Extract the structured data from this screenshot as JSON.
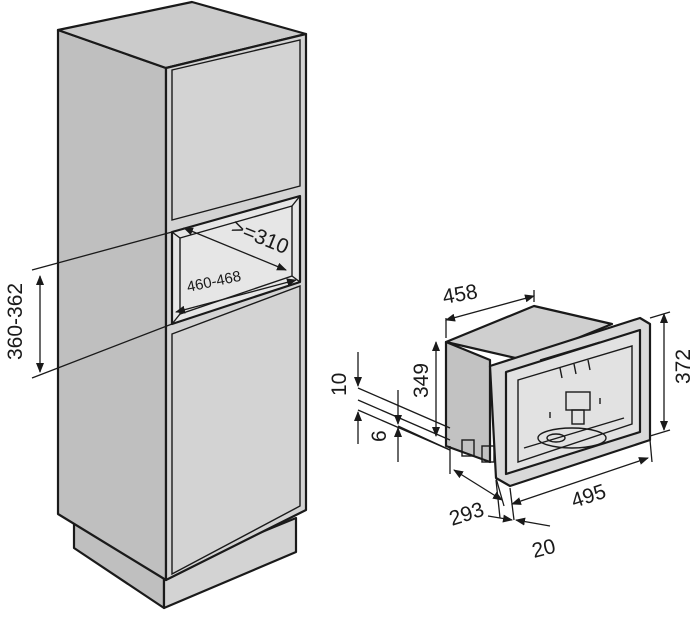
{
  "colors": {
    "cabinet_front": "#d3d3d3",
    "cabinet_side": "#bfbfbf",
    "cabinet_top": "#cbcbcb",
    "niche_interior": "#e4e4e4",
    "appliance_front": "#d9d9d9",
    "appliance_dark": "#8c8c8c",
    "line": "#1a1a1a"
  },
  "dimensions": {
    "niche_depth": ">=310",
    "niche_width": "460-468",
    "niche_height": "360-362",
    "appliance_width_top": "458",
    "appliance_body_height": "349",
    "appliance_front_height": "372",
    "appliance_depth": "495",
    "appliance_body_depth": "293",
    "front_overhang": "20",
    "gap_top": "10",
    "gap_bottom": "6"
  }
}
